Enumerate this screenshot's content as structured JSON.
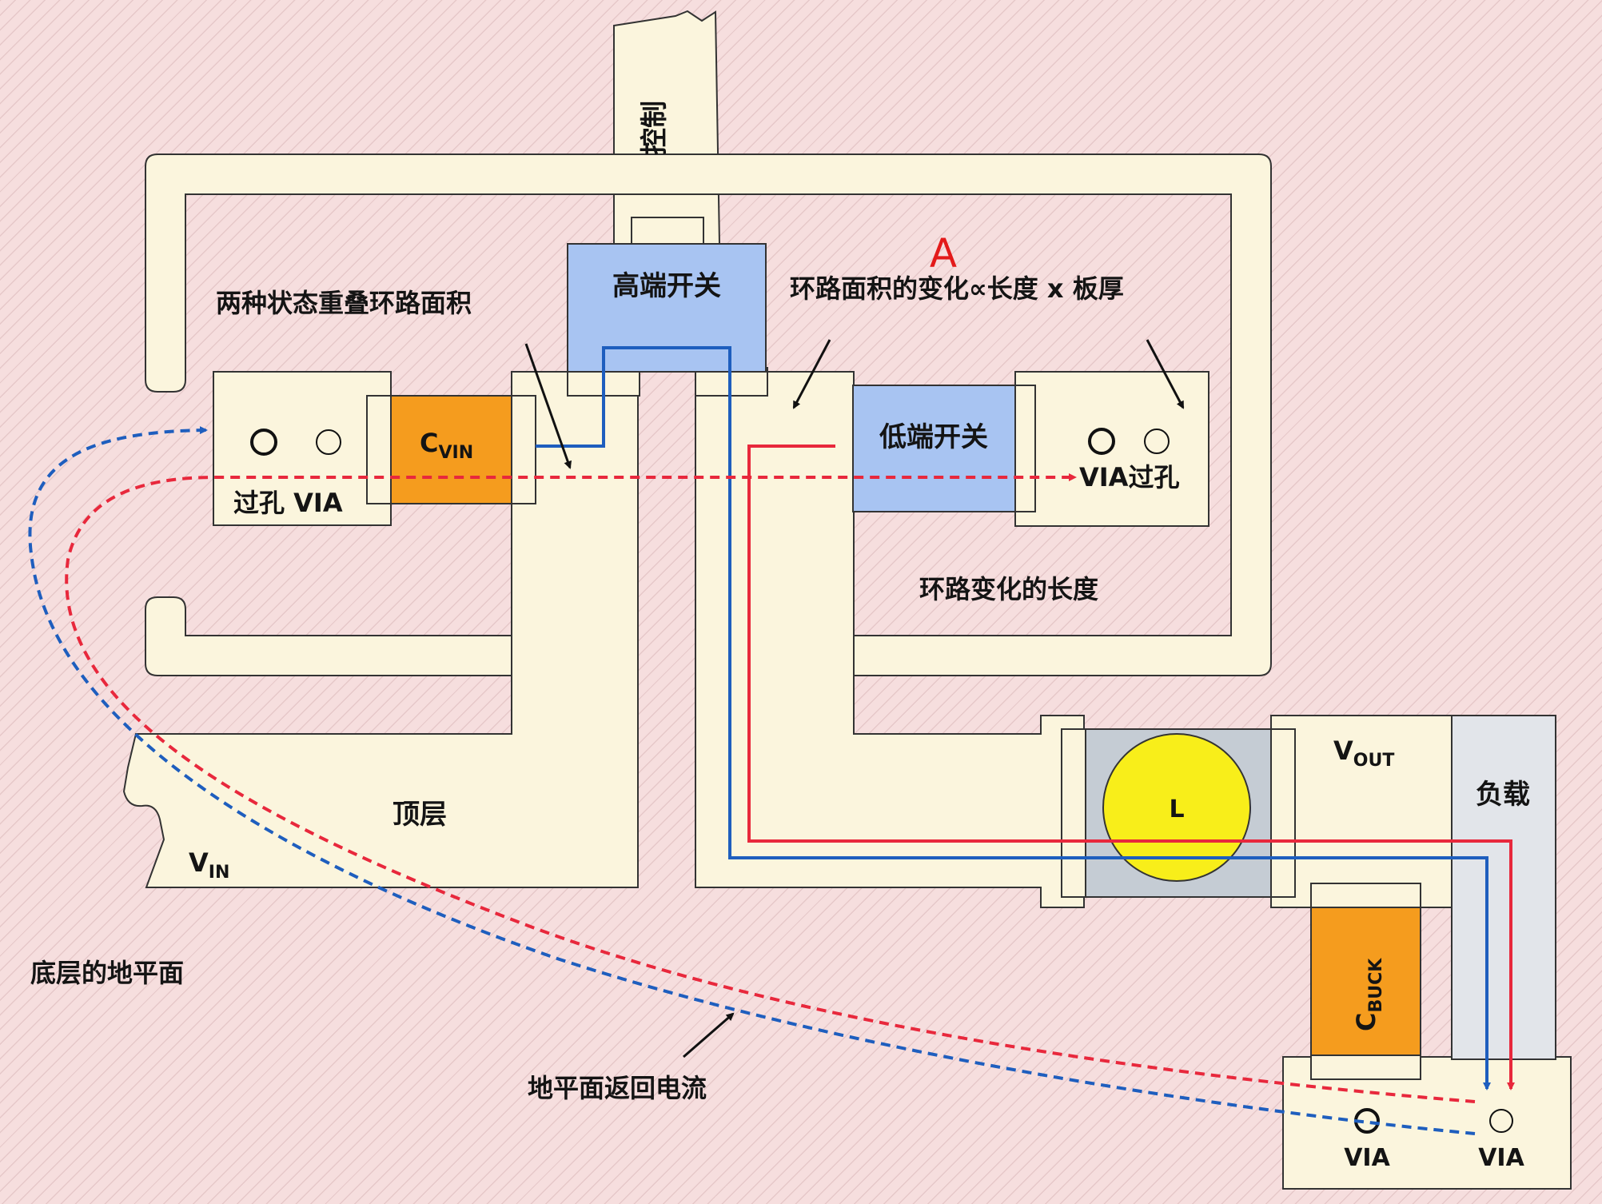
{
  "labels": {
    "control": "控制",
    "high_side_switch": "高端开关",
    "low_side_switch": "低端开关",
    "overlap_loop_area": "两种状态重叠环路面积",
    "loop_area_formula": "环路面积的变化∝长度 x 板厚",
    "loop_change_length": "环路变化的长度",
    "top_layer": "顶层",
    "bottom_ground_plane": "底层的地平面",
    "ground_return_current": "地平面返回电流",
    "load": "负载",
    "inductor": "L",
    "marker_a": "A",
    "via_left": "过孔 VIA",
    "via_right": "VIA过孔",
    "via_bottom_left": "VIA",
    "via_bottom_right": "VIA",
    "cvin": {
      "main": "C",
      "sub": "VIN"
    },
    "vin": {
      "main": "V",
      "sub": "IN"
    },
    "vout": {
      "main": "V",
      "sub": "OUT"
    },
    "cbuck": {
      "main": "C",
      "sub": "BUCK"
    }
  },
  "colors": {
    "copper": "#fbf5dd",
    "switch_blue": "#a8c4f2",
    "capacitor_orange": "#f59c1e",
    "inductor_yellow": "#f8ee1a",
    "inductor_body": "#c5ccd4",
    "load_gray": "#e2e5ea",
    "current_red": "#e8283c",
    "current_blue": "#1e5ebe",
    "marker_red": "#e31a1a"
  }
}
